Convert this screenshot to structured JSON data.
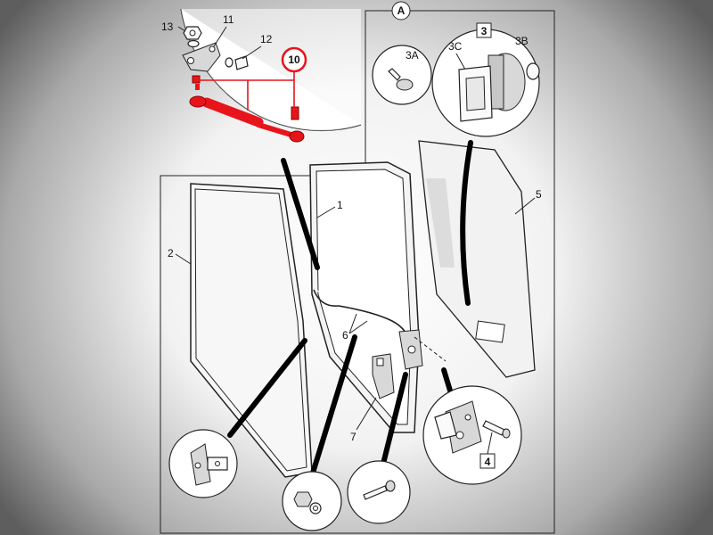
{
  "diagram": {
    "callouts": {
      "A": "A",
      "p1": "1",
      "p2": "2",
      "p3": "3",
      "p3A": "3A",
      "p3B": "3B",
      "p3C": "3C",
      "p4": "4",
      "p5": "5",
      "p6": "6",
      "p7": "7",
      "p10": "10",
      "p11": "11",
      "p12": "12",
      "p13": "13"
    },
    "highlight_color": "#e8141c",
    "line_color": "#222222",
    "frame_color": "#333333"
  }
}
